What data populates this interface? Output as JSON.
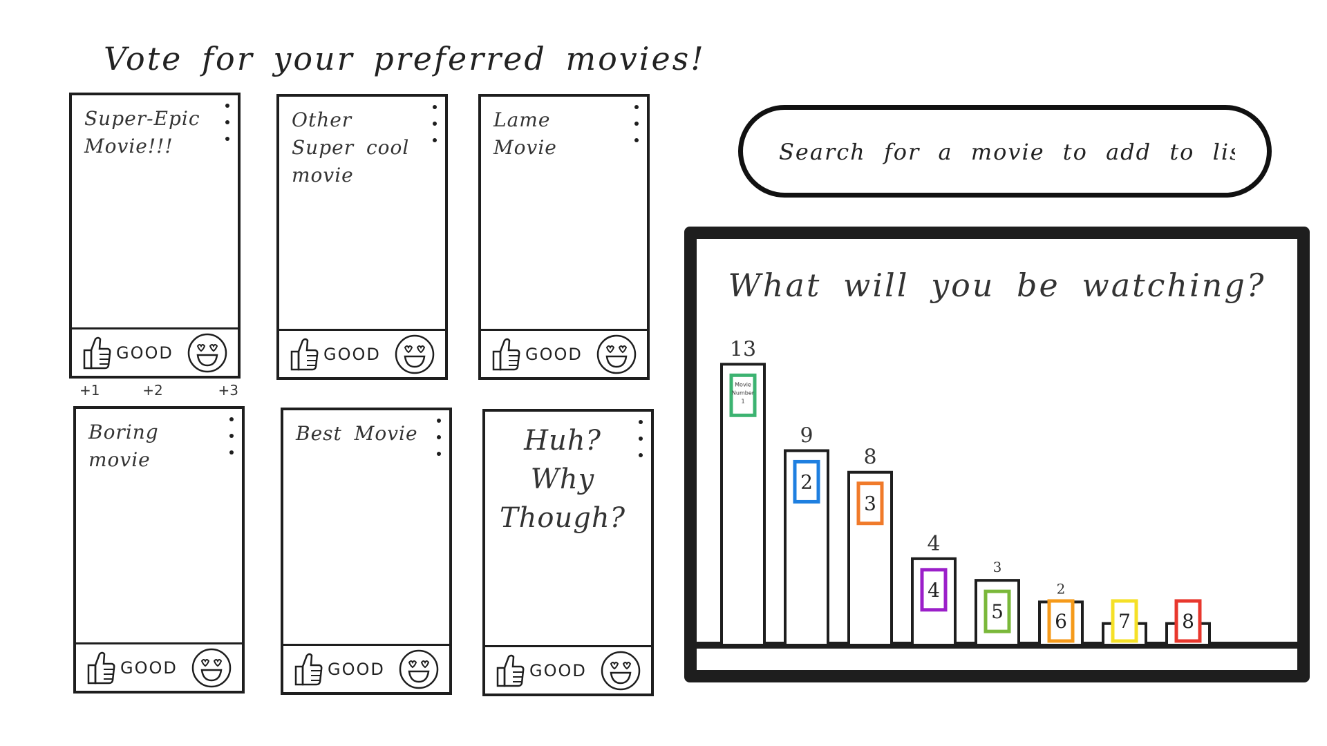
{
  "header": {
    "title": "Vote for your preferred movies!"
  },
  "cards": [
    {
      "title": "Super-Epic Movie!!!",
      "good_label": "GOOD"
    },
    {
      "title": "Other Super cool movie",
      "good_label": "GOOD"
    },
    {
      "title": "Lame Movie",
      "good_label": "GOOD"
    },
    {
      "title": "Boring movie",
      "good_label": "GOOD"
    },
    {
      "title": "Best Movie",
      "good_label": "GOOD"
    },
    {
      "title": "Huh? Why Though?",
      "good_label": "GOOD"
    }
  ],
  "vote_scale": [
    "+1",
    "+2",
    "+3"
  ],
  "search": {
    "placeholder": "Search for a movie to add to list!"
  },
  "chart_data": {
    "type": "bar",
    "title": "What will you be watching?",
    "categories": [
      "Movie Number 1",
      "2",
      "3",
      "4",
      "5",
      "6",
      "7",
      "8"
    ],
    "values": [
      13,
      9,
      8,
      4,
      3,
      2,
      1,
      1
    ],
    "label_colors": [
      "#3cb371",
      "#1e7fe0",
      "#f07a2a",
      "#9b1fc9",
      "#7ab83a",
      "#f59a1a",
      "#f5e027",
      "#e8372d"
    ],
    "ylim": [
      0,
      14
    ],
    "grid": false,
    "legend": "none"
  },
  "colors": {
    "ink": "#1e1e1e",
    "background": "#ffffff"
  }
}
